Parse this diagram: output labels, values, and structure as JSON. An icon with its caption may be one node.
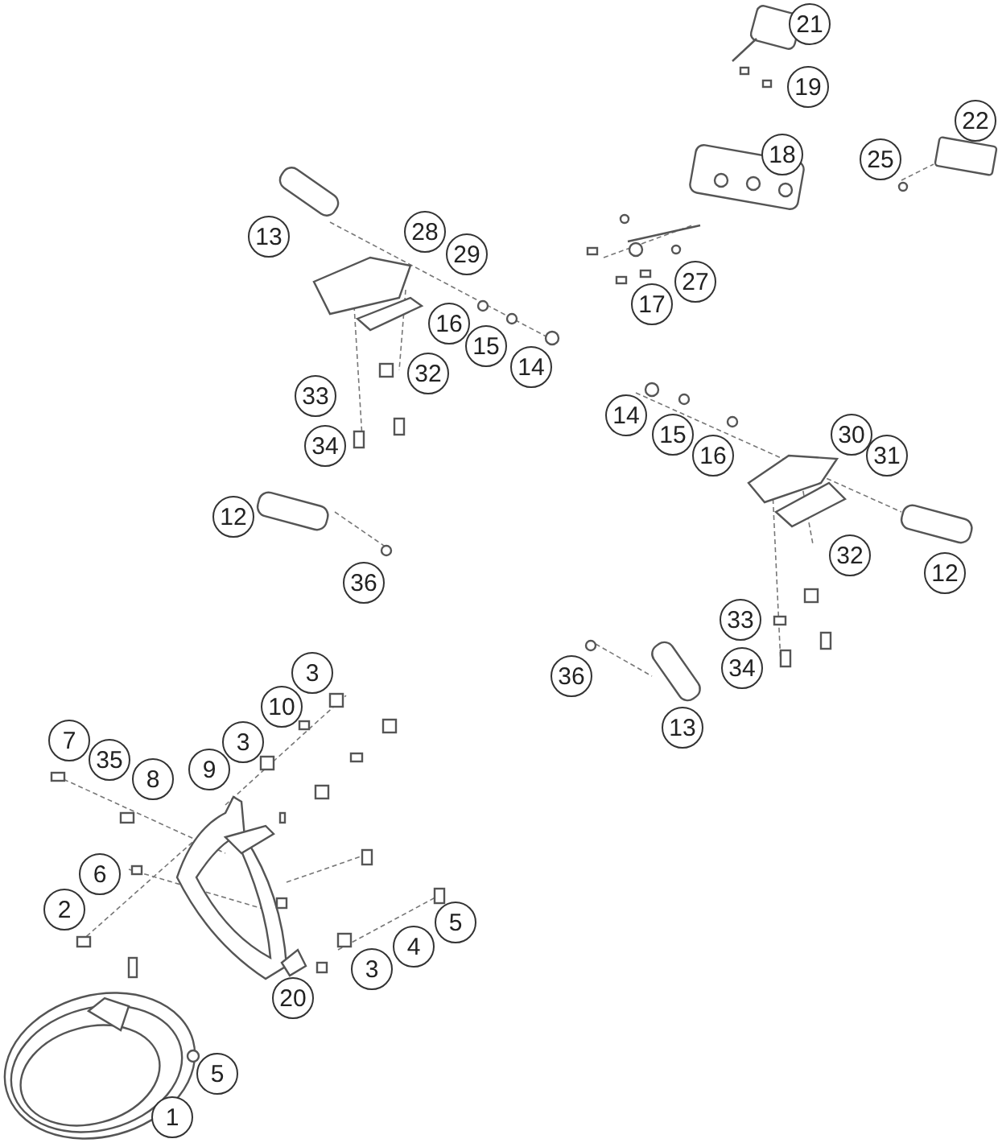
{
  "diagram": {
    "labels": [
      "21",
      "19",
      "22",
      "18",
      "25",
      "28",
      "13",
      "29",
      "27",
      "17",
      "16",
      "15",
      "14",
      "32",
      "33",
      "14",
      "30",
      "15",
      "34",
      "16",
      "31",
      "12",
      "32",
      "12",
      "36",
      "33",
      "34",
      "3",
      "36",
      "10",
      "13",
      "7",
      "3",
      "35",
      "9",
      "8",
      "6",
      "2",
      "5",
      "4",
      "3",
      "20",
      "5",
      "1"
    ]
  }
}
